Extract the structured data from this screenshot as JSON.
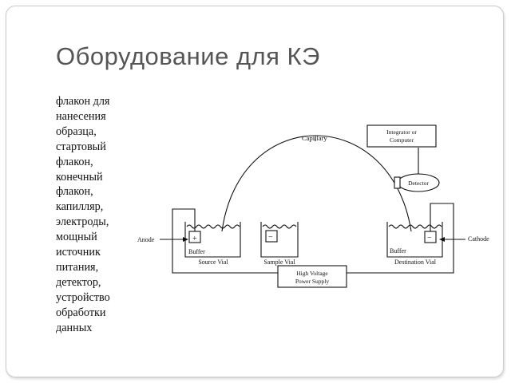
{
  "slide": {
    "title": "Оборудование для КЭ",
    "body_text": "флакон для нанесения образца, стартовый флакон, конечный флакон, капилляр, электроды, мощный источник питания, детектор, устройство обработки данных"
  },
  "diagram": {
    "labels": {
      "capillary": "Capillary",
      "integrator_line1": "Integrator or",
      "integrator_line2": "Computer",
      "detector": "Detector",
      "anode": "Anode",
      "cathode": "Cathode",
      "buffer_left": "Buffer",
      "buffer_right": "Buffer",
      "source_vial": "Source Vial",
      "sample_vial": "Sample Vial",
      "destination_vial": "Destination Vial",
      "hv_line1": "High Voltage",
      "hv_line2": "Power Supply",
      "plus_sign": "+",
      "minus_sign_sample": "−",
      "minus_sign_dest": "−"
    }
  }
}
